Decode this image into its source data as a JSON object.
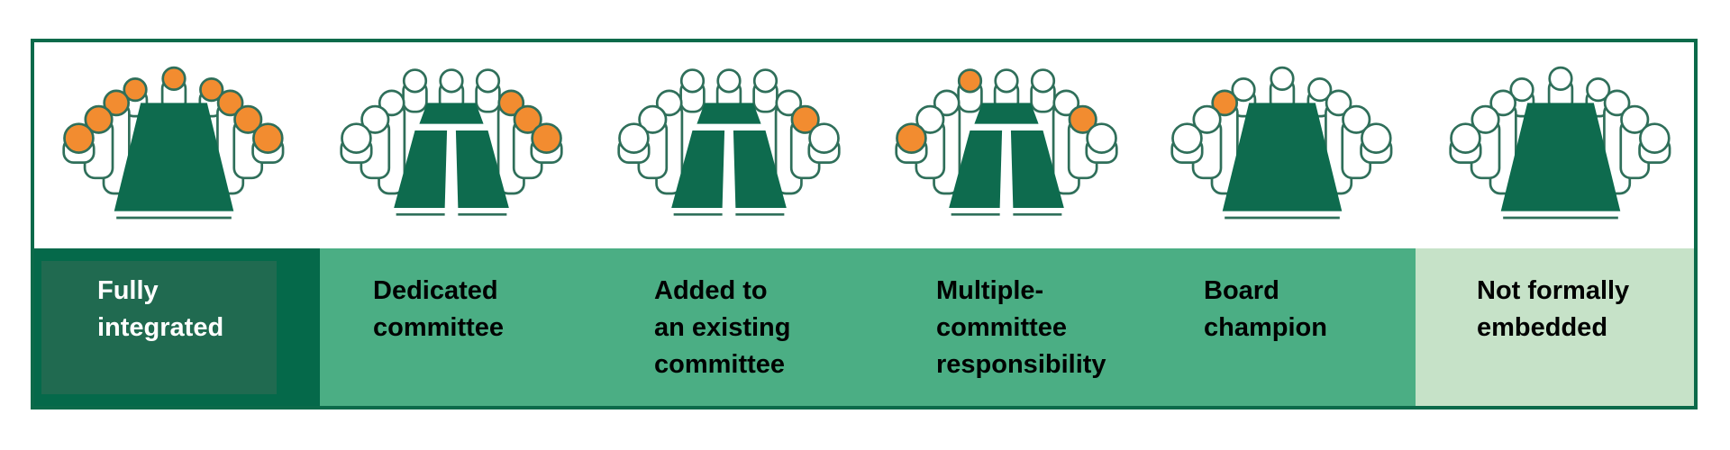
{
  "colors": {
    "frame": "#0b6a4a",
    "table": "#0e6b4e",
    "outline": "#2f6f5a",
    "highlight": "#f28c30",
    "band_dark": "#05694a",
    "band_mid": "#4bae84",
    "band_light": "#c6e2c8"
  },
  "categories": [
    {
      "label": "Fully\nintegrated",
      "table": "single",
      "highlighted_seats": [
        0,
        1,
        2,
        3,
        4,
        5,
        6,
        7,
        8
      ]
    },
    {
      "label": "Dedicated\ncommittee",
      "table": "split",
      "highlighted_seats": [
        6,
        7,
        8
      ]
    },
    {
      "label": "Added to\nan existing\ncommittee",
      "table": "split",
      "highlighted_seats": [
        7
      ]
    },
    {
      "label": "Multiple-\ncommittee\nresponsibility",
      "table": "split",
      "highlighted_seats": [
        0,
        3,
        7
      ]
    },
    {
      "label": "Board\nchampion",
      "table": "single",
      "highlighted_seats": [
        2
      ]
    },
    {
      "label": "Not formally\nembedded",
      "table": "single",
      "highlighted_seats": []
    }
  ]
}
